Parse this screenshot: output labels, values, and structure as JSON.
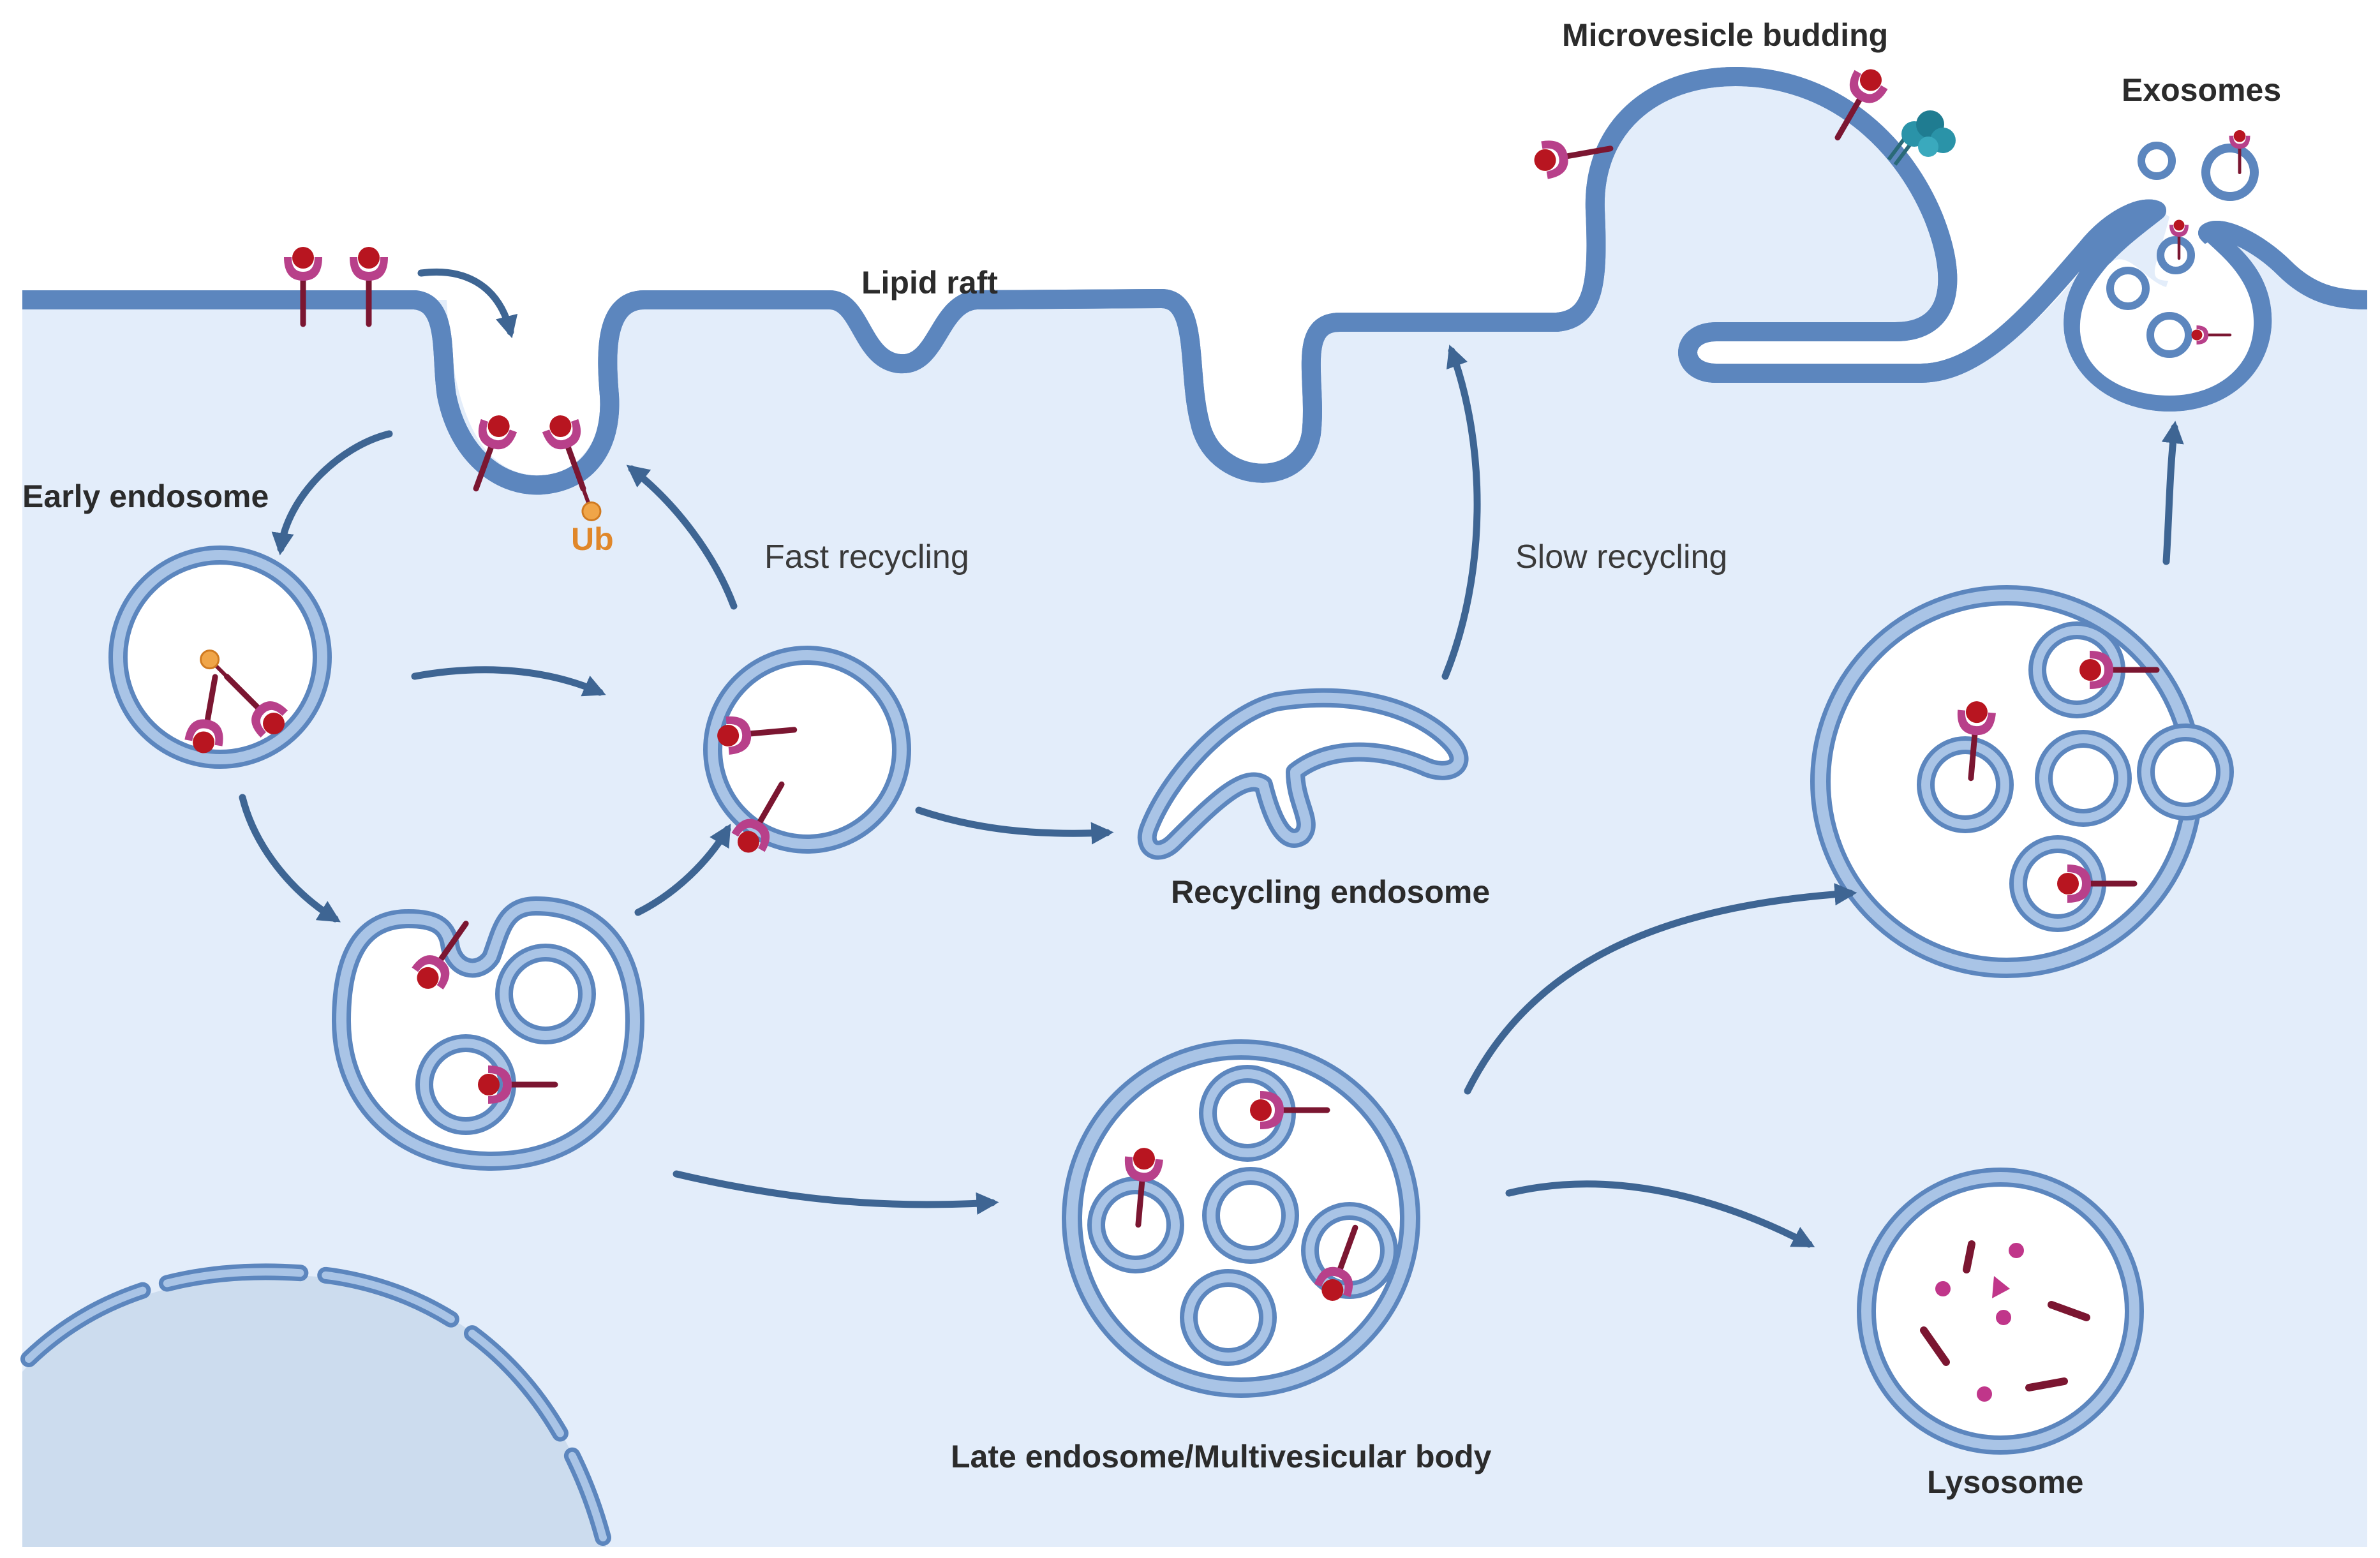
{
  "labels": {
    "lipid_raft": "Lipid raft",
    "early_endosome": "Early endosome",
    "ub": "Ub",
    "fast_recycling": "Fast recycling",
    "slow_recycling": "Slow recycling",
    "recycling_endosome": "Recycling endosome",
    "late_endosome": "Late endosome/Multivesicular body",
    "lysosome": "Lysosome",
    "microvesicle_budding": "Microvesicle budding",
    "exosomes": "Exosomes"
  },
  "colors": {
    "cytoplasm": "#e3edfa",
    "membrane_fill": "#a9c4e6",
    "membrane_stroke": "#5c86be",
    "lumen": "#ffffff",
    "nucleus": "#ccdcee",
    "arrow": "#3e6593",
    "receptor": "#b8408a",
    "ligand": "#b81520",
    "stalk": "#7b1631",
    "ubiquitin": "#f0a548",
    "protein_teal": "#2a93a8"
  },
  "icons": [
    "receptor-ligand-icon",
    "ubiquitin-tag-icon",
    "teal-protein-icon"
  ]
}
